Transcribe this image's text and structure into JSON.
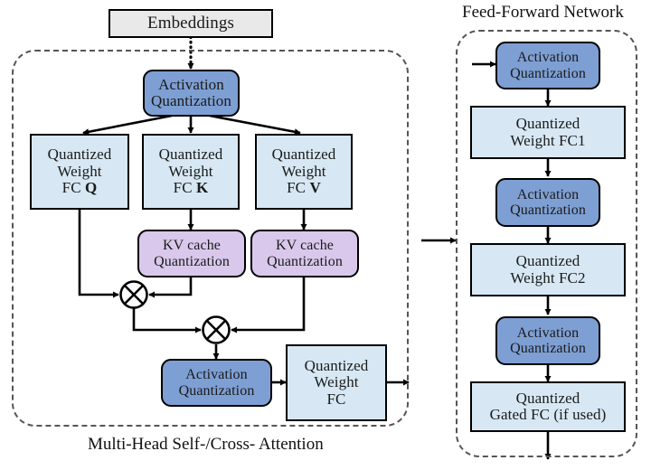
{
  "figure": {
    "type": "block-diagram",
    "title_attention": "Multi-Head Self-/Cross- Attention",
    "title_ffn": "Feed-Forward Network"
  },
  "colors": {
    "activation_quantization": "#7e9fd3",
    "quantized_weight_fc": "#d7e8f4",
    "kv_cache_quantization": "#d9c8ec",
    "embeddings": "#e9e9e9",
    "stroke": "#000000",
    "panel_border": "#555555"
  },
  "input": {
    "embeddings_label": "Embeddings"
  },
  "attention": {
    "panel_label": "Multi-Head Self-/Cross- Attention",
    "top_activation": {
      "line1": "Activation",
      "line2": "Quantization"
    },
    "projections": [
      {
        "line1": "Quantized",
        "line2": "Weight",
        "line3": "FC ",
        "head": "Q"
      },
      {
        "line1": "Quantized",
        "line2": "Weight",
        "line3": "FC ",
        "head": "K"
      },
      {
        "line1": "Quantized",
        "line2": "Weight",
        "line3": "FC ",
        "head": "V"
      }
    ],
    "kv_caches": [
      {
        "line1": "KV cache",
        "line2": "Quantization"
      },
      {
        "line1": "KV cache",
        "line2": "Quantization"
      }
    ],
    "operators": [
      {
        "symbol": "matmul-cross",
        "name": "matmul-qk"
      },
      {
        "symbol": "matmul-cross",
        "name": "matmul-sv"
      }
    ],
    "out_activation": {
      "line1": "Activation",
      "line2": "Quantization"
    },
    "out_fc": {
      "line1": "Quantized",
      "line2": "Weight",
      "line3": "FC"
    }
  },
  "ffn": {
    "panel_label": "Feed-Forward Network",
    "blocks": [
      {
        "kind": "activation",
        "line1": "Activation",
        "line2": "Quantization"
      },
      {
        "kind": "fc",
        "line1": "Quantized",
        "line2": "Weight FC1"
      },
      {
        "kind": "activation",
        "line1": "Activation",
        "line2": "Quantization"
      },
      {
        "kind": "fc",
        "line1": "Quantized",
        "line2": "Weight FC2"
      },
      {
        "kind": "activation",
        "line1": "Activation",
        "line2": "Quantization"
      },
      {
        "kind": "fc",
        "line1": "Quantized",
        "line2": "Gated FC (if used)"
      }
    ]
  }
}
